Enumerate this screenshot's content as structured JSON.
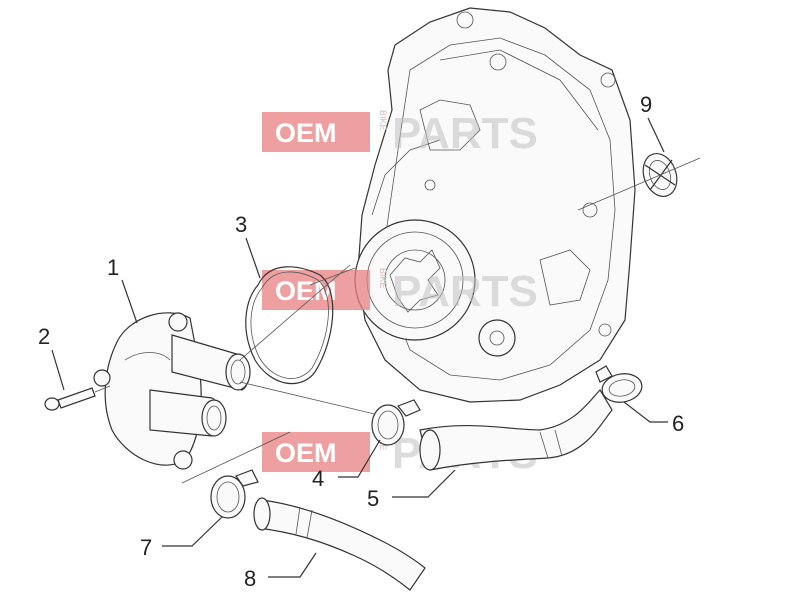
{
  "watermark": {
    "left": "OEM",
    "vertical": "BIKE",
    "right": "PARTS"
  },
  "callouts": [
    "1",
    "2",
    "3",
    "4",
    "5",
    "6",
    "7",
    "8",
    "9"
  ],
  "colors": {
    "watermark_red": "#e88080",
    "line": "#333333"
  }
}
